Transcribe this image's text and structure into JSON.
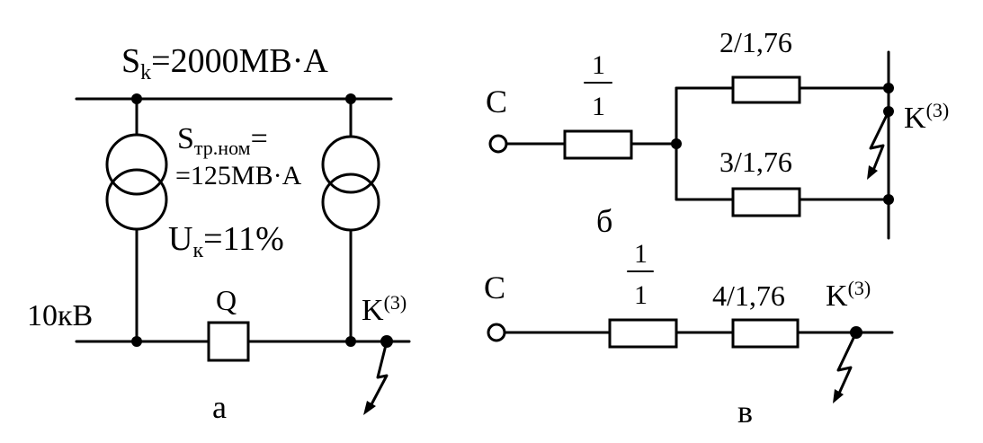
{
  "scheme_a": {
    "sk_symbol": "S",
    "sk_sub": "k",
    "sk_value": "=2000MB·A",
    "str_symbol": "S",
    "str_sub": "тр.ном",
    "str_eq": "=",
    "str_value": "=125MB·A",
    "uk_symbol": "U",
    "uk_sub": "к",
    "uk_value": "=11%",
    "voltage": "10кВ",
    "breaker": "Q",
    "fault_symbol": "K",
    "fault_sup": "(3)",
    "caption": "а"
  },
  "scheme_b": {
    "source": "C",
    "r1_num": "1",
    "r1_den": "1",
    "r2": "2/1,76",
    "r3": "3/1,76",
    "fault_symbol": "K",
    "fault_sup": "(3)",
    "caption": "б"
  },
  "scheme_c": {
    "source": "C",
    "r1_num": "1",
    "r1_den": "1",
    "r4": "4/1,76",
    "fault_symbol": "K",
    "fault_sup": "(3)",
    "caption": "в"
  }
}
